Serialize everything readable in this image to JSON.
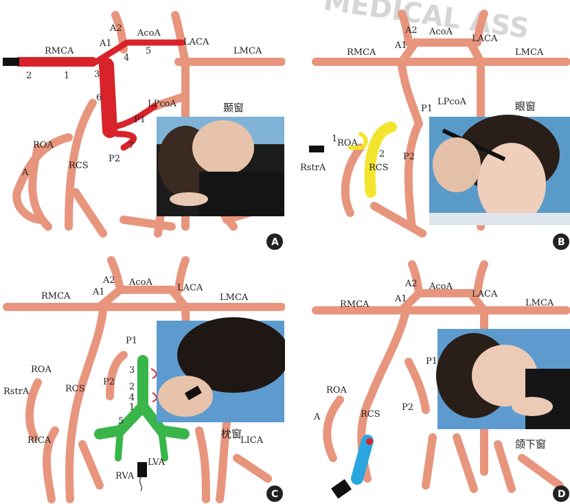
{
  "watermark": "MEDICAL ASS",
  "panels": {
    "a": {
      "badge": "A",
      "window": "颞窗",
      "labels": {
        "a2": "A2",
        "acoa": "AcoA",
        "a1": "A1",
        "laca": "LACA",
        "rmca": "RMCA",
        "lmca": "LMCA",
        "lpcoa": "LPcoA",
        "p1": "P1",
        "p2": "P2",
        "roa": "ROA",
        "a": "A",
        "rcs": "RCS"
      },
      "nums": [
        "1",
        "2",
        "3",
        "4",
        "5",
        "6",
        "7"
      ],
      "colors": {
        "vessel": "#E8957E",
        "highlight": "#D8232A"
      }
    },
    "b": {
      "badge": "B",
      "window": "眼窗",
      "labels": {
        "a2": "A2",
        "acoa": "AcoA",
        "a1": "A1",
        "laca": "LACA",
        "rmca": "RMCA",
        "lmca": "LMCA",
        "lpcoa": "LPcoA",
        "p1": "P1",
        "p2": "P2",
        "roa": "ROA",
        "rstra": "RstrA",
        "rcs": "RCS"
      },
      "nums": [
        "1",
        "2"
      ],
      "colors": {
        "highlight": "#F3E52E"
      }
    },
    "c": {
      "badge": "C",
      "window": "枕窗",
      "labels": {
        "a2": "A2",
        "acoa": "AcoA",
        "a1": "A1",
        "laca": "LACA",
        "rmca": "RMCA",
        "lmca": "LMCA",
        "p1": "P1",
        "p2": "P2",
        "roa": "ROA",
        "rstra": "RstrA",
        "rcs": "RCS",
        "rica": "RICA",
        "lica": "LICA",
        "rva": "RVA",
        "lva": "LVA"
      },
      "nums": [
        "1",
        "2",
        "3",
        "4",
        "5"
      ],
      "colors": {
        "highlight": "#3AB54A"
      }
    },
    "d": {
      "badge": "D",
      "window": "颌下窗",
      "labels": {
        "a2": "A2",
        "acoa": "AcoA",
        "a1": "A1",
        "laca": "LACA",
        "rmca": "RMCA",
        "lmca": "LMCA",
        "p1": "P1",
        "p2": "P2",
        "roa": "ROA",
        "a": "A",
        "rcs": "RCS"
      },
      "colors": {
        "highlight": "#2AA7E0"
      }
    }
  }
}
